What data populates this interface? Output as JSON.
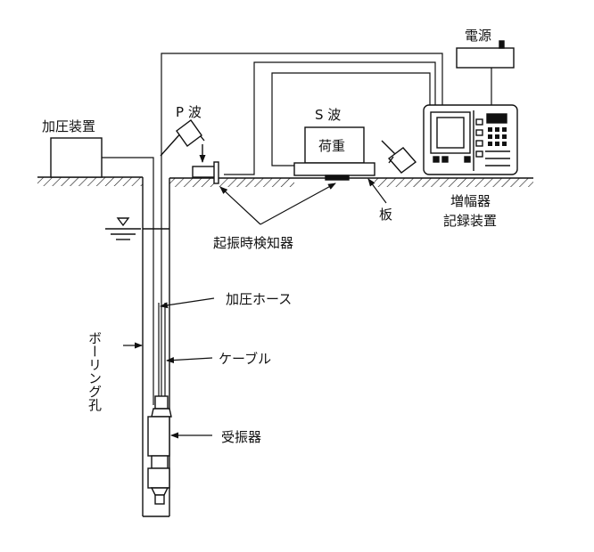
{
  "labels": {
    "power_supply": "電源",
    "pressurizer": "加圧装置",
    "p_wave": "P 波",
    "s_wave": "S 波",
    "load": "荷重",
    "trigger_detector": "起振時検知器",
    "plate": "板",
    "amplifier_line1": "増幅器",
    "amplifier_line2": "記録装置",
    "pressure_hose": "加圧ホース",
    "cable": "ケーブル",
    "borehole": "ボーリング孔",
    "receiver": "受振器"
  },
  "colors": {
    "ink": "#111111",
    "background": "#ffffff"
  }
}
